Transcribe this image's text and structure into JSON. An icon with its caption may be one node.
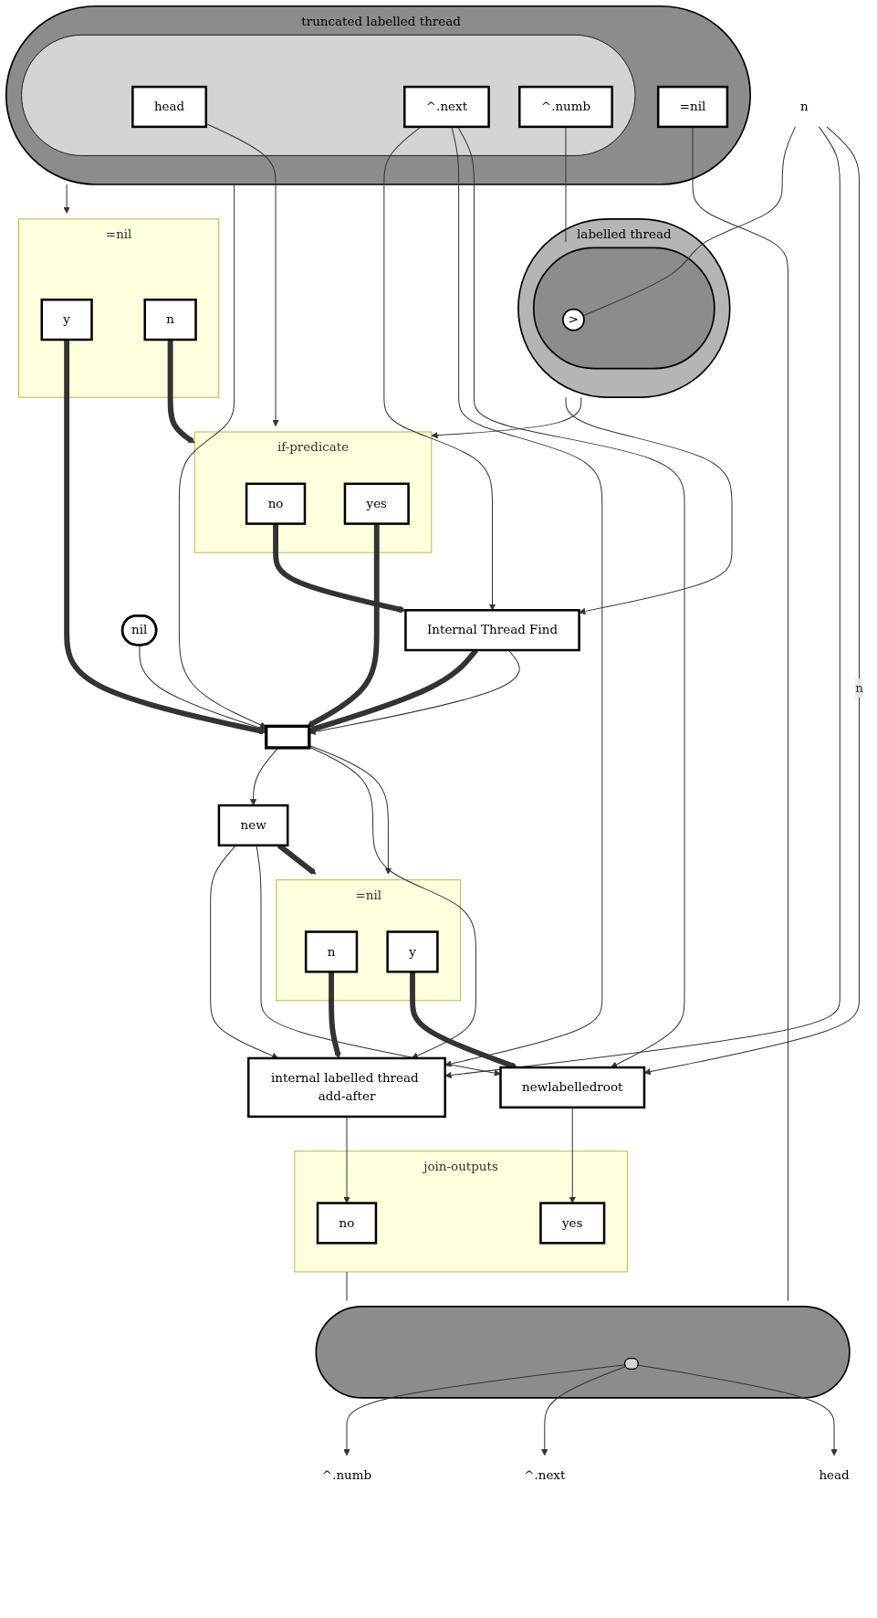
{
  "diagram": {
    "nodes": [
      {
        "text": [
          "truncated labelled thread"
        ]
      },
      {
        "text": [
          "=nil"
        ],
        "in": 0
      },
      {
        "text": [],
        "shape": "ellipse",
        "in": 0
      },
      {
        "text": [
          "head"
        ],
        "in": 2
      },
      {
        "text": [
          "^.next"
        ],
        "in": 2
      },
      {
        "text": [
          "^.numb"
        ],
        "in": 2
      },
      {
        "text": [
          "n"
        ]
      },
      {
        "text": [
          "=nil"
        ]
      },
      {
        "text": [
          "y"
        ],
        "in": 7
      },
      {
        "text": [
          "n"
        ],
        "in": 7
      },
      {
        "text": [
          "labelled thread"
        ]
      },
      {
        "text": [],
        "shape": "ellipse",
        "in": 10
      },
      {
        "text": [
          ">"
        ],
        "in": 11
      },
      {
        "text": [
          "if-predicate"
        ]
      },
      {
        "text": [
          "no"
        ],
        "in": 13
      },
      {
        "text": [
          "yes"
        ],
        "in": 13
      },
      {
        "text": [
          "Internal Thread Find"
        ]
      },
      {
        "text": [
          "nil"
        ]
      },
      {
        "text": [],
        "shape": "bar"
      },
      {
        "text": [
          "new"
        ]
      },
      {
        "text": [
          "=nil"
        ]
      },
      {
        "text": [
          "n"
        ],
        "in": 20
      },
      {
        "text": [
          "y"
        ],
        "in": 20
      },
      {
        "text": [
          "internal labelled thread add-after"
        ]
      },
      {
        "text": [
          "newlabelledroot"
        ]
      },
      {
        "text": [
          "join-outputs"
        ]
      },
      {
        "text": [
          "no"
        ],
        "in": 25
      },
      {
        "text": [
          "yes"
        ],
        "in": 25
      },
      {
        "text": [],
        "shape": "ellipse"
      },
      {
        "text": [],
        "shape": "ellipse",
        "in": 28
      },
      {
        "text": [
          "^.numb"
        ]
      },
      {
        "text": [
          "^.next"
        ]
      },
      {
        "text": [
          "head"
        ]
      }
    ],
    "edges": [
      {
        "from": 1,
        "to": 28,
        "arrow": "none"
      },
      {
        "from": 0,
        "to": 7,
        "arrow": "to"
      },
      {
        "from": 0,
        "to": 18,
        "arrow": "to"
      },
      {
        "from": 3,
        "to": 13,
        "arrow": "to"
      },
      {
        "from": 4,
        "to": 16,
        "arrow": "to"
      },
      {
        "from": 4,
        "to": 23,
        "arrow": "to"
      },
      {
        "from": 4,
        "to": 24,
        "arrow": "to"
      },
      {
        "from": 5,
        "to": 11,
        "arrow": "none"
      },
      {
        "from": 6,
        "to": 12,
        "arrow": "none"
      },
      {
        "from": 6,
        "to": 23,
        "arrow": "to"
      },
      {
        "from": 6,
        "to": 24,
        "arrow": "to",
        "label": "n"
      },
      {
        "from": 10,
        "to": 16,
        "arrow": "to"
      },
      {
        "from": 10,
        "to": 13,
        "arrow": "to"
      },
      {
        "from": 9,
        "to": 13,
        "arrow": "to",
        "style": "thick"
      },
      {
        "from": 8,
        "to": 18,
        "arrow": "to",
        "style": "thick"
      },
      {
        "from": 14,
        "to": 16,
        "arrow": "to",
        "style": "thick"
      },
      {
        "from": 15,
        "to": 18,
        "arrow": "to",
        "style": "thick"
      },
      {
        "from": 16,
        "to": 18,
        "arrow": "to",
        "style": "thick"
      },
      {
        "from": 16,
        "to": 18,
        "arrow": "to"
      },
      {
        "from": 17,
        "to": 18,
        "arrow": "to"
      },
      {
        "from": 18,
        "to": 19,
        "arrow": "to"
      },
      {
        "from": 18,
        "to": 20,
        "arrow": "to"
      },
      {
        "from": 18,
        "to": 23,
        "arrow": "to"
      },
      {
        "from": 19,
        "to": 20,
        "arrow": "to",
        "style": "thick"
      },
      {
        "from": 19,
        "to": 23,
        "arrow": "to"
      },
      {
        "from": 19,
        "to": 24,
        "arrow": "to"
      },
      {
        "from": 21,
        "to": 23,
        "arrow": "to",
        "style": "thick"
      },
      {
        "from": 22,
        "to": 24,
        "arrow": "to",
        "style": "thick"
      },
      {
        "from": 23,
        "to": 26,
        "arrow": "to"
      },
      {
        "from": 24,
        "to": 27,
        "arrow": "to"
      },
      {
        "from": 25,
        "to": 28,
        "arrow": "none"
      },
      {
        "from": 29,
        "to": 30,
        "arrow": "to"
      },
      {
        "from": 29,
        "to": 31,
        "arrow": "to"
      },
      {
        "from": 29,
        "to": 32,
        "arrow": "to"
      }
    ]
  }
}
